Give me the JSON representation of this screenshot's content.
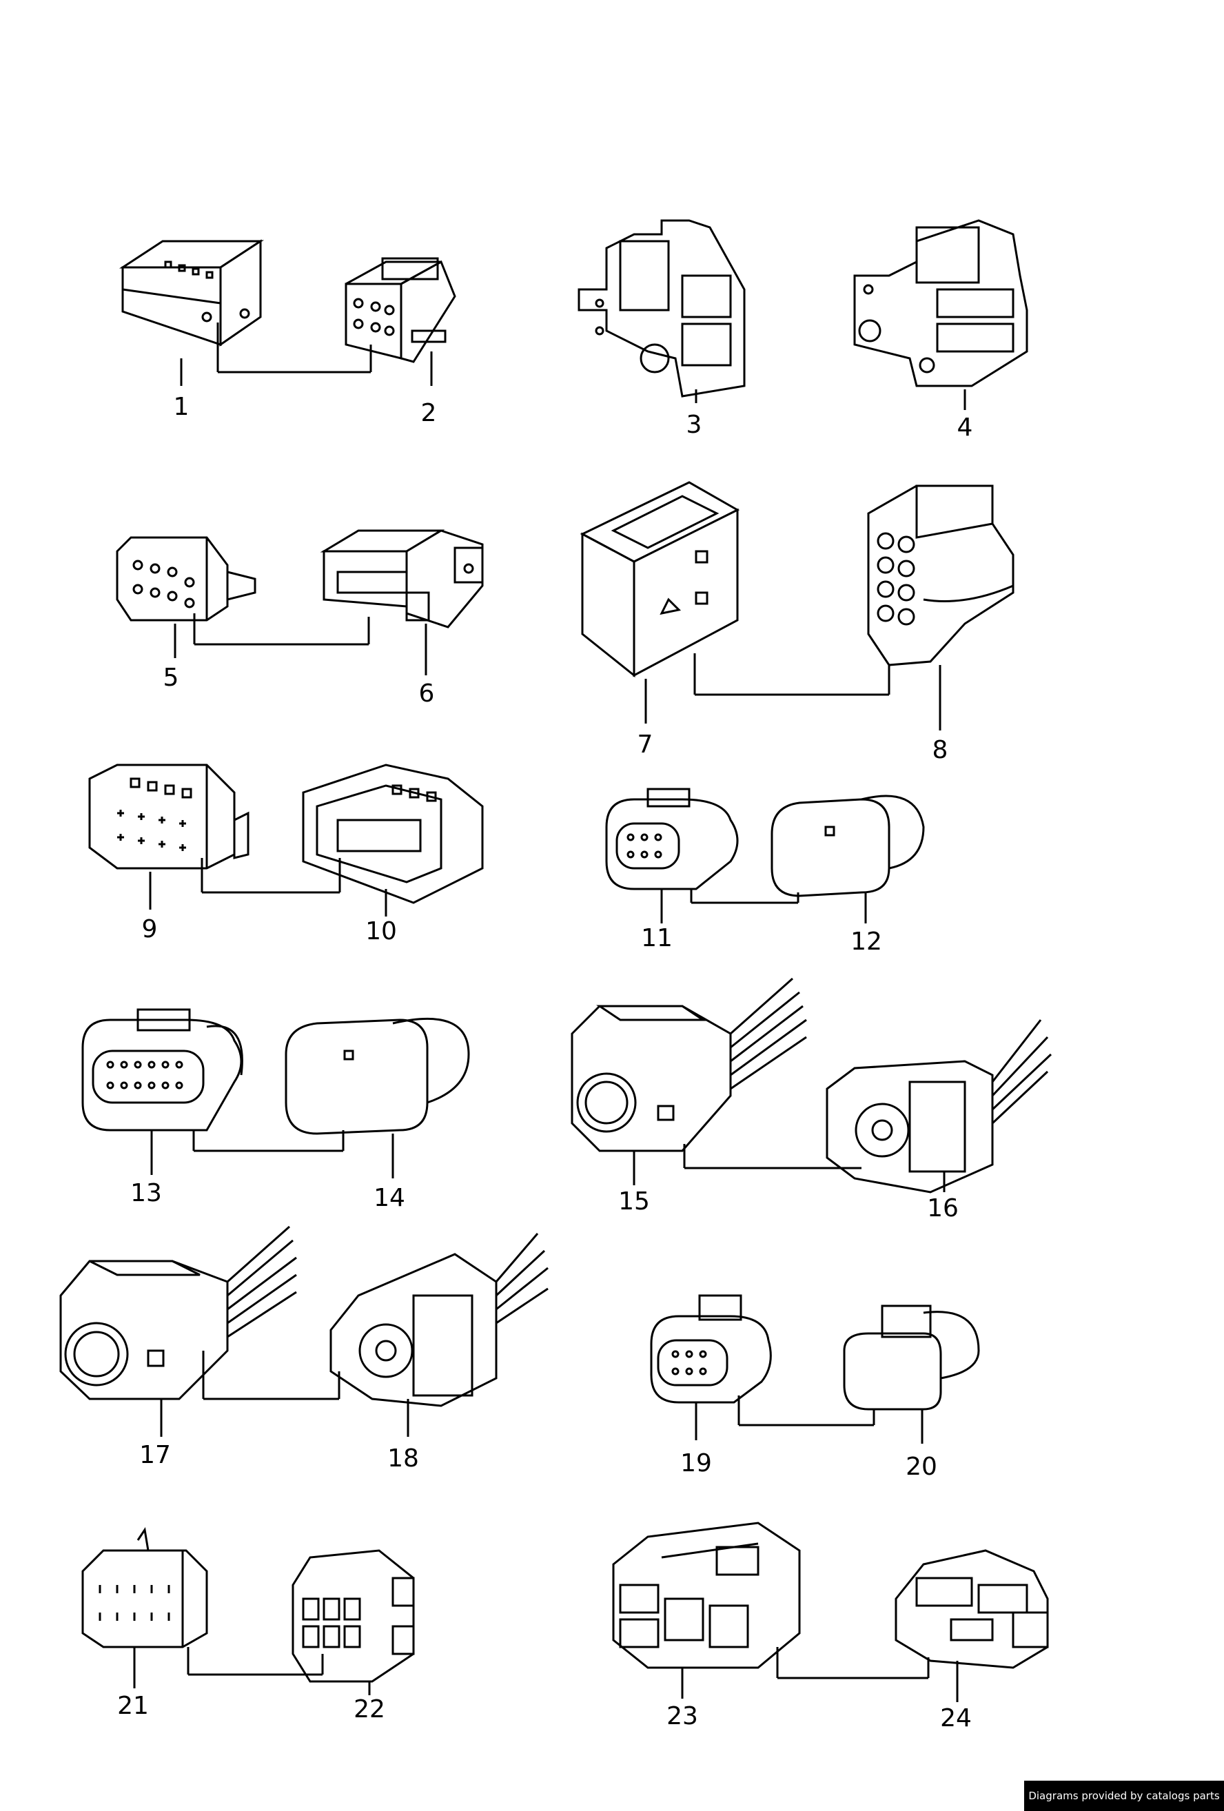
{
  "diagram": {
    "parts": [
      {
        "number": "1",
        "icon": "rectangular-connector-housing-icon"
      },
      {
        "number": "2",
        "icon": "multi-pin-plug-icon"
      },
      {
        "number": "3",
        "icon": "stepped-connector-block-icon"
      },
      {
        "number": "4",
        "icon": "stepped-connector-block-icon"
      },
      {
        "number": "5",
        "icon": "latched-plug-icon"
      },
      {
        "number": "6",
        "icon": "socket-housing-icon"
      },
      {
        "number": "7",
        "icon": "large-box-housing-icon"
      },
      {
        "number": "8",
        "icon": "round-pin-plug-icon"
      },
      {
        "number": "9",
        "icon": "multi-pin-plug-icon"
      },
      {
        "number": "10",
        "icon": "flanged-socket-housing-icon"
      },
      {
        "number": "11",
        "icon": "oval-plug-icon"
      },
      {
        "number": "12",
        "icon": "oval-socket-icon"
      },
      {
        "number": "13",
        "icon": "oval-plug-icon"
      },
      {
        "number": "14",
        "icon": "oval-socket-icon"
      },
      {
        "number": "15",
        "icon": "round-connector-with-wires-icon"
      },
      {
        "number": "16",
        "icon": "round-connector-with-wires-icon"
      },
      {
        "number": "17",
        "icon": "round-connector-with-wires-icon"
      },
      {
        "number": "18",
        "icon": "round-connector-with-wires-icon"
      },
      {
        "number": "19",
        "icon": "oval-plug-icon"
      },
      {
        "number": "20",
        "icon": "oval-socket-icon"
      },
      {
        "number": "21",
        "icon": "small-pin-plug-icon"
      },
      {
        "number": "22",
        "icon": "latched-socket-icon"
      },
      {
        "number": "23",
        "icon": "double-row-connector-icon"
      },
      {
        "number": "24",
        "icon": "locking-connector-icon"
      }
    ],
    "credit": "Diagrams provided by catalogs parts"
  }
}
